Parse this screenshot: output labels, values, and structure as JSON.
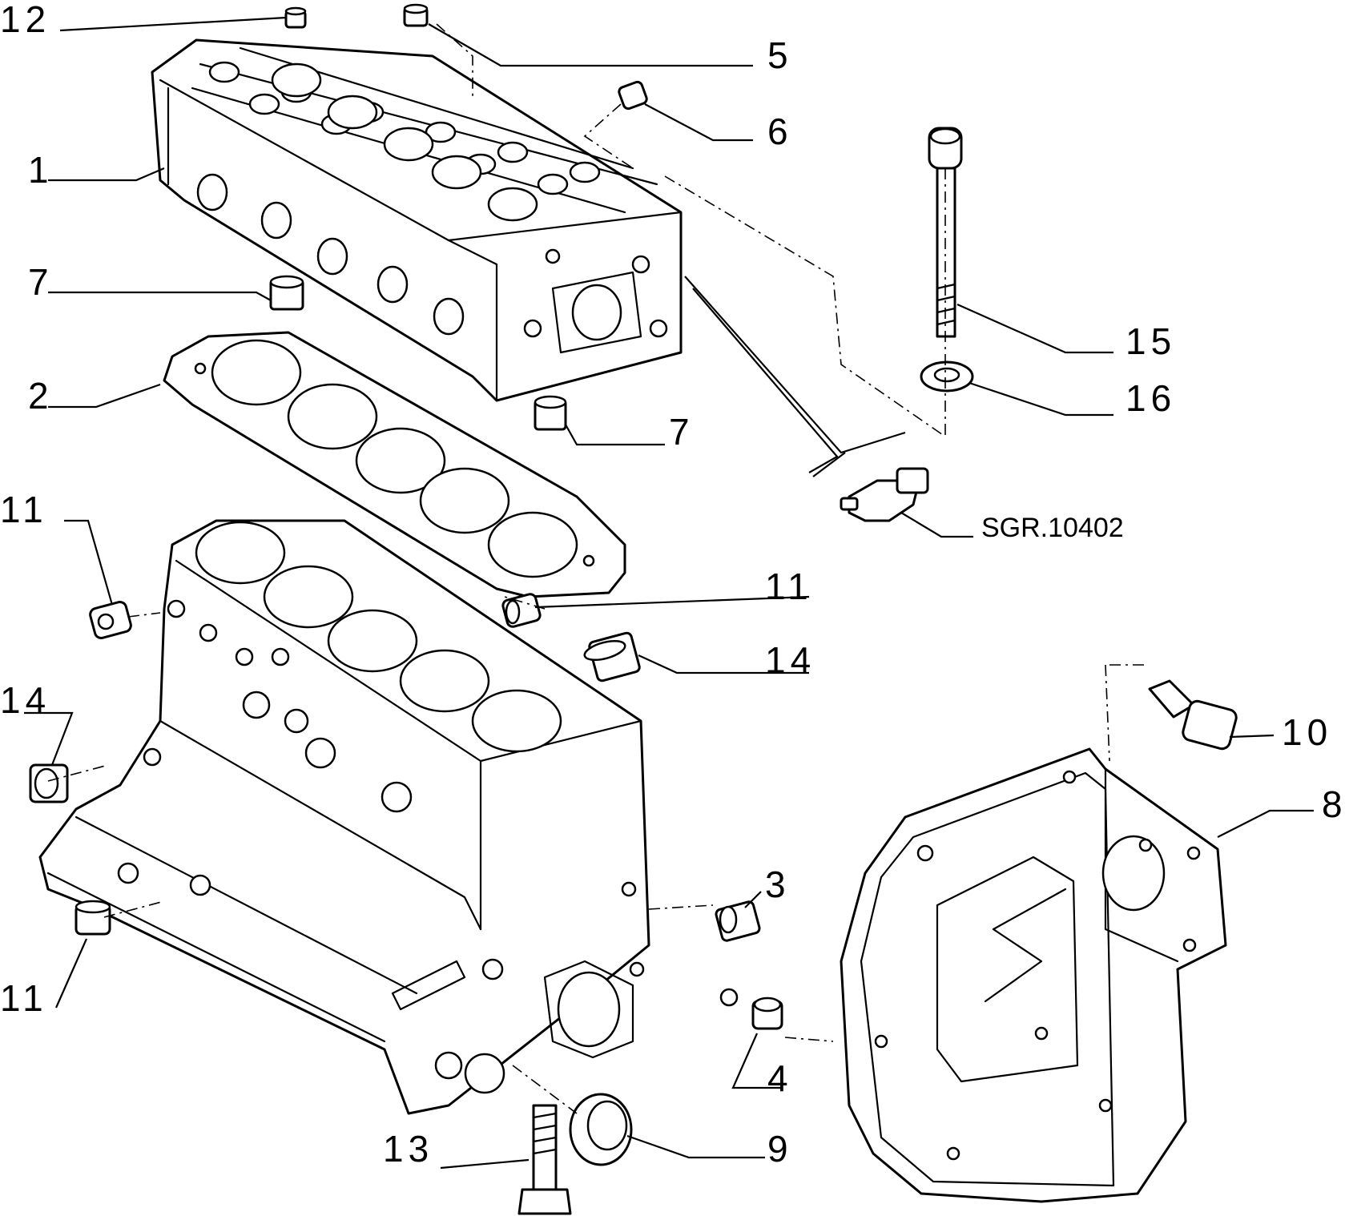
{
  "diagram": {
    "reference_code": "SGR.10402",
    "callouts": {
      "c1": "1",
      "c2": "2",
      "c3": "3",
      "c4": "4",
      "c5": "5",
      "c6": "6",
      "c7a": "7",
      "c7b": "7",
      "c8": "8",
      "c9": "9",
      "c10": "10",
      "c11a": "11",
      "c11b": "11",
      "c11c": "11",
      "c12": "12",
      "c13": "13",
      "c14a": "14",
      "c14b": "14",
      "c15": "15",
      "c16": "16"
    }
  }
}
